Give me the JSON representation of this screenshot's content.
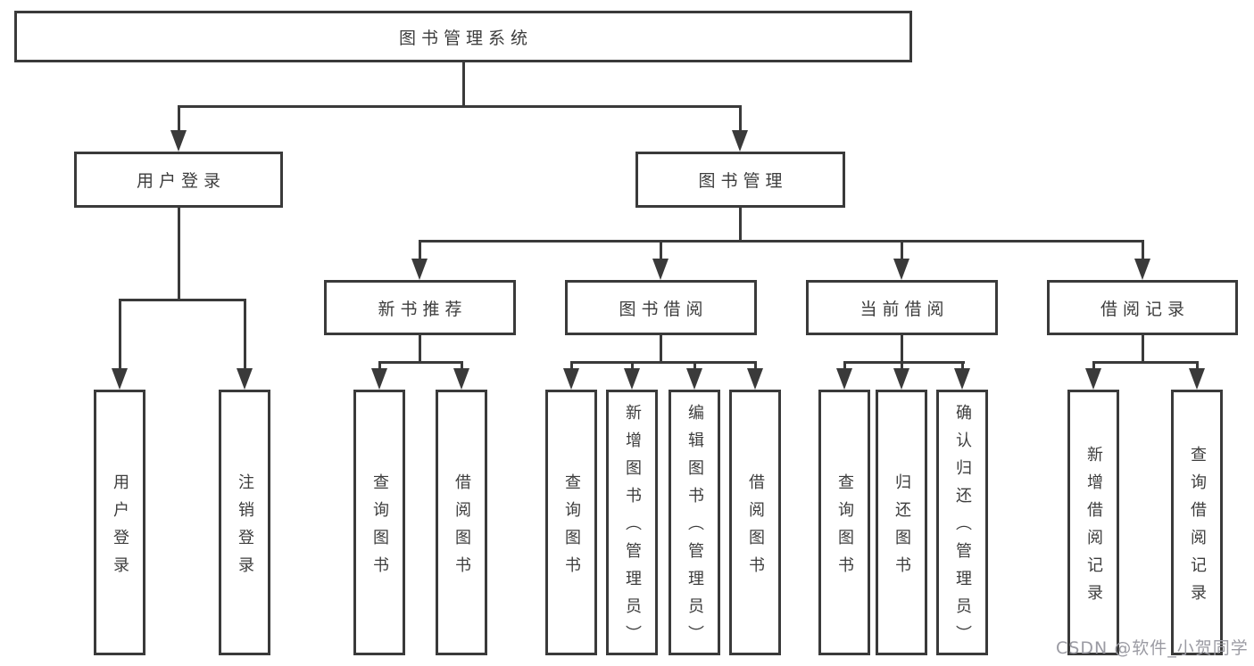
{
  "tree": {
    "label": "图书管理系统",
    "children": [
      {
        "label": "用户登录",
        "children": [
          {
            "label": "用户登录"
          },
          {
            "label": "注销登录"
          }
        ]
      },
      {
        "label": "图书管理",
        "children": [
          {
            "label": "新书推荐",
            "children": [
              {
                "label": "查询图书"
              },
              {
                "label": "借阅图书"
              }
            ]
          },
          {
            "label": "图书借阅",
            "children": [
              {
                "label": "查询图书"
              },
              {
                "label": "新增图书（管理员）"
              },
              {
                "label": "编辑图书（管理员）"
              },
              {
                "label": "借阅图书"
              }
            ]
          },
          {
            "label": "当前借阅",
            "children": [
              {
                "label": "查询图书"
              },
              {
                "label": "归还图书"
              },
              {
                "label": "确认归还（管理员）"
              }
            ]
          },
          {
            "label": "借阅记录",
            "children": [
              {
                "label": "新增借阅记录"
              },
              {
                "label": "查询借阅记录"
              }
            ]
          }
        ]
      }
    ]
  },
  "watermark": {
    "text": "CSDN @软件_小贺同学"
  },
  "colors": {
    "line": "#3a3a3a",
    "box_border": "#3a3a3a",
    "text": "#3d3d3d",
    "watermark": "#9b9ba3",
    "background": "#ffffff"
  }
}
